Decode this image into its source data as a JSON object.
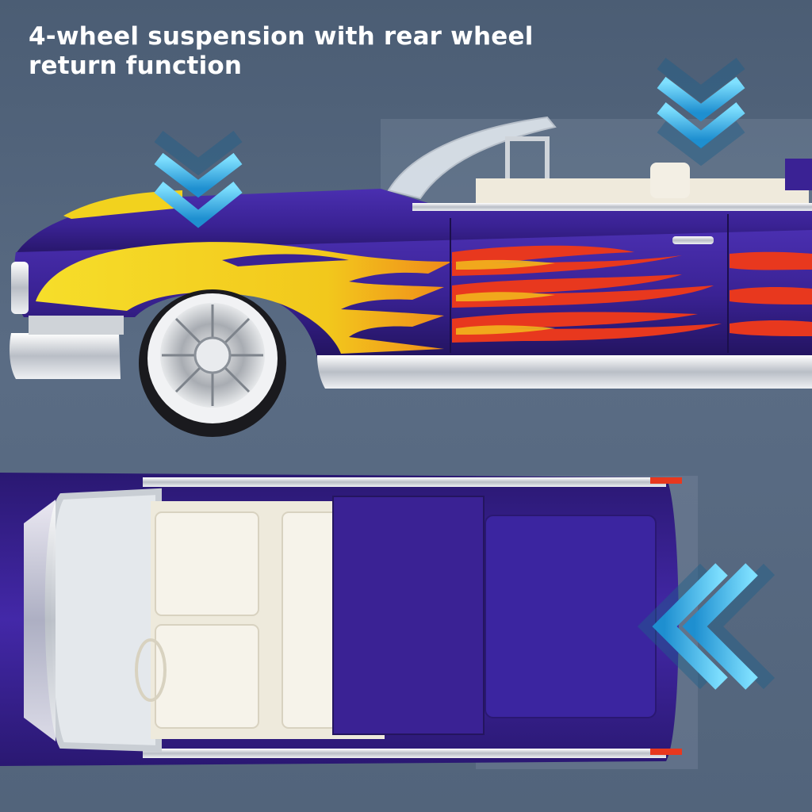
{
  "headline": "4-wheel suspension with rear wheel return function",
  "colors": {
    "background": "#52647b",
    "car_body": "#3a2294",
    "flame_yellow": "#f2d21e",
    "flame_red": "#e8381e",
    "interior": "#efeadc",
    "chrome": "#d9dde3",
    "arrow_blue": "#3cc4f2"
  },
  "icons": [
    "down-chevron-arrows",
    "down-chevron-arrows",
    "left-chevron-arrows"
  ]
}
